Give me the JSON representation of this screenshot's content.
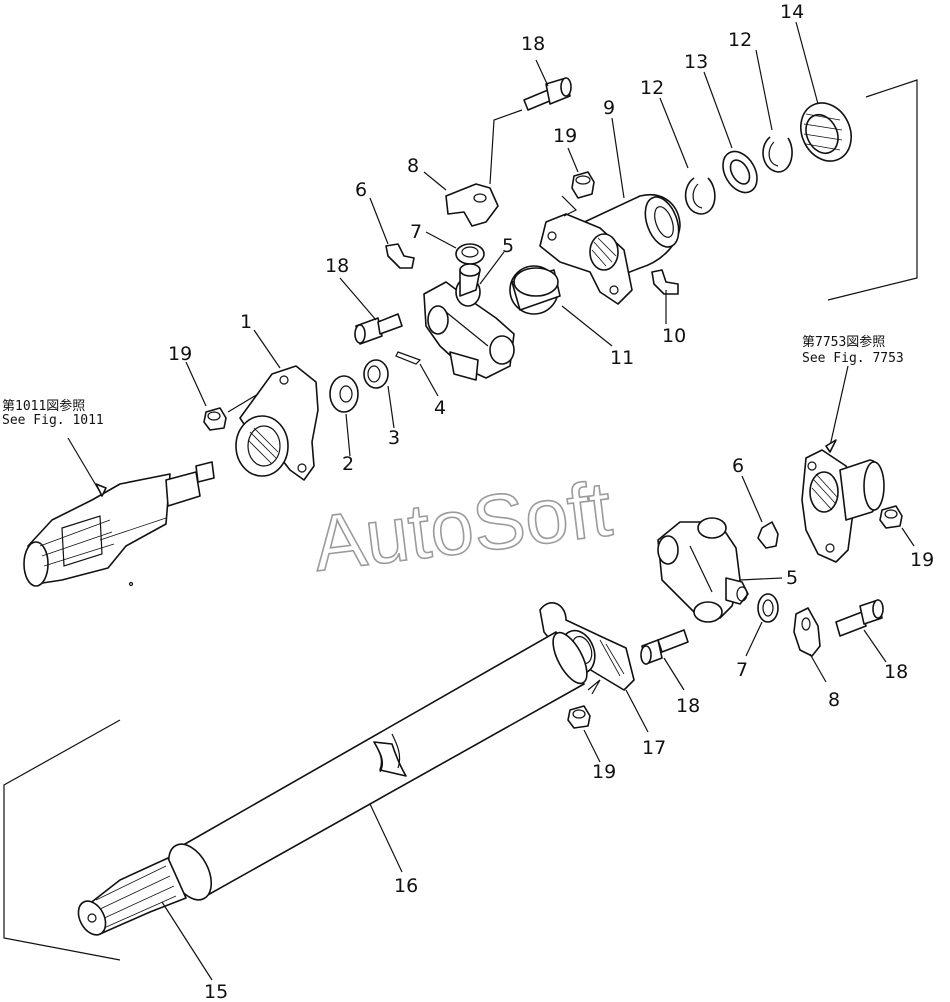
{
  "watermark": "AutoSoft",
  "references": {
    "left_jp": "第1011図参照",
    "left_en": "See  Fig. 1011",
    "right_jp": "第7753図参照",
    "right_en": "See  Fig. 7753"
  },
  "callouts": [
    {
      "id": "c18a",
      "text": "18"
    },
    {
      "id": "c14",
      "text": "14"
    },
    {
      "id": "c12a",
      "text": "12"
    },
    {
      "id": "c13",
      "text": "13"
    },
    {
      "id": "c12b",
      "text": "12"
    },
    {
      "id": "c19a",
      "text": "19"
    },
    {
      "id": "c9",
      "text": "9"
    },
    {
      "id": "c8a",
      "text": "8"
    },
    {
      "id": "c6a",
      "text": "6"
    },
    {
      "id": "c7a",
      "text": "7"
    },
    {
      "id": "c5a",
      "text": "5"
    },
    {
      "id": "c18b",
      "text": "18"
    },
    {
      "id": "c1",
      "text": "1"
    },
    {
      "id": "c19b",
      "text": "19"
    },
    {
      "id": "c10",
      "text": "10"
    },
    {
      "id": "c11",
      "text": "11"
    },
    {
      "id": "c4",
      "text": "4"
    },
    {
      "id": "c3",
      "text": "3"
    },
    {
      "id": "c2",
      "text": "2"
    },
    {
      "id": "c6b",
      "text": "6"
    },
    {
      "id": "c19c",
      "text": "19"
    },
    {
      "id": "c5b",
      "text": "5"
    },
    {
      "id": "c7b",
      "text": "7"
    },
    {
      "id": "c18c",
      "text": "18"
    },
    {
      "id": "c8b",
      "text": "8"
    },
    {
      "id": "c18d",
      "text": "18"
    },
    {
      "id": "c17",
      "text": "17"
    },
    {
      "id": "c19d",
      "text": "19"
    },
    {
      "id": "c16",
      "text": "16"
    },
    {
      "id": "c15",
      "text": "15"
    }
  ]
}
